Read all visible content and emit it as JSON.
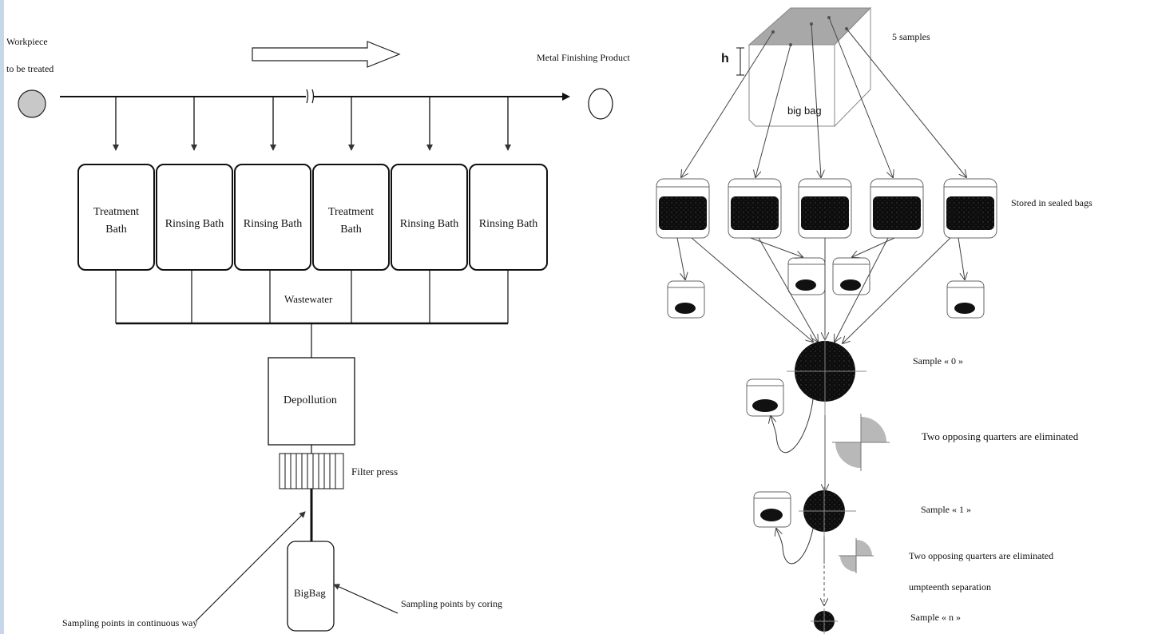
{
  "left_diagram": {
    "workpiece_label_line1": "Workpiece",
    "workpiece_label_line2": "to be treated",
    "product_label": "Metal Finishing Product",
    "baths": [
      {
        "line1": "Treatment",
        "line2": "Bath"
      },
      {
        "line1": "Rinsing Bath",
        "line2": ""
      },
      {
        "line1": "Rinsing Bath",
        "line2": ""
      },
      {
        "line1": "Treatment",
        "line2": "Bath"
      },
      {
        "line1": "Rinsing Bath",
        "line2": ""
      },
      {
        "line1": "Rinsing Bath",
        "line2": ""
      }
    ],
    "wastewater": "Wastewater",
    "depollution": "Depollution",
    "filter_press": "Filter press",
    "bigbag": "BigBag",
    "sampling_continuous": "Sampling points in continuous way",
    "sampling_coring": "Sampling points by coring"
  },
  "right_diagram": {
    "h_label": "h",
    "big_bag": "big bag",
    "five_samples": "5 samples",
    "stored": "Stored in sealed bags",
    "sample0": "Sample « 0 »",
    "quarters1": "Two opposing quarters are eliminated",
    "sample1": "Sample « 1 »",
    "quarters2": "Two opposing quarters are eliminated",
    "umpteenth": "umpteenth separation",
    "samplen": "Sample « n »"
  },
  "colors": {
    "workpiece_fill": "#c8c8c8",
    "bigbag_top": "#a8a8a8",
    "sample_fill": "#111111",
    "quarter_gray": "#b0b0b0",
    "edge_accent": "#c5d7e9"
  }
}
